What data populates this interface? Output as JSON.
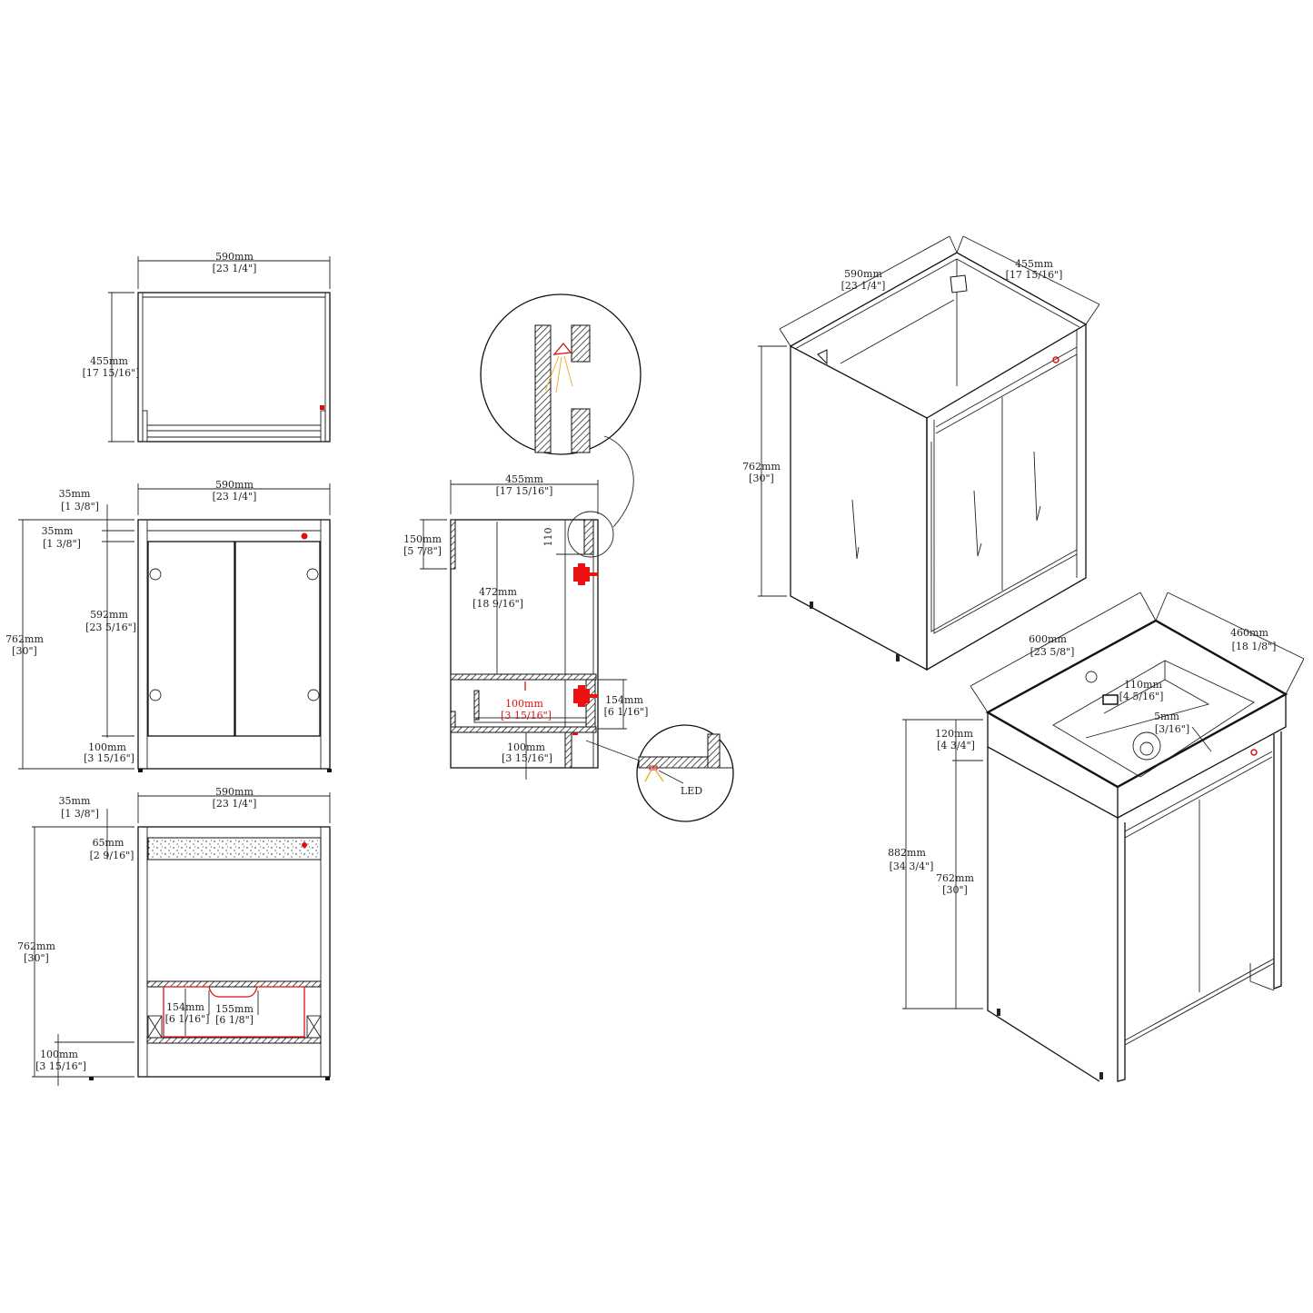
{
  "colors": {
    "line": "#111111",
    "accent": "#dd1111",
    "led": "#e8b040"
  },
  "plan_view": {
    "width_mm": "590mm",
    "width_in": "[23 1/4\"]",
    "depth_mm": "455mm",
    "depth_in": "[17 15/16\"]"
  },
  "front_view": {
    "width_mm": "590mm",
    "width_in": "[23 1/4\"]",
    "top_rail_mm": "35mm",
    "top_rail_in": "[1 3/8\"]",
    "second_rail_mm": "35mm",
    "second_rail_in": "[1 3/8\"]",
    "height_mm": "762mm",
    "height_in": "[30\"]",
    "door_mm": "592mm",
    "door_in": "[23 5/16\"]",
    "base_mm": "100mm",
    "base_in": "[3 15/16\"]"
  },
  "section_front": {
    "width_mm": "590mm",
    "width_in": "[23 1/4\"]",
    "top_mm": "35mm",
    "top_in": "[1 3/8\"]",
    "band_mm": "65mm",
    "band_in": "[2 9/16\"]",
    "height_mm": "762mm",
    "height_in": "[30\"]",
    "drawer_h_mm": "154mm",
    "drawer_h_in": "[6 1/16\"]",
    "cutout_mm": "155mm",
    "cutout_in": "[6 1/8\"]",
    "base_mm": "100mm",
    "base_in": "[3 15/16\"]"
  },
  "section_side": {
    "depth_mm": "455mm",
    "depth_in": "[17 15/16\"]",
    "back_rail_mm": "150mm",
    "back_rail_in": "[5 7/8\"]",
    "open_mm": "472mm",
    "open_in": "[18 9/16\"]",
    "rail_110": "110",
    "drawer_mm": "154mm",
    "drawer_in": "[6 1/16\"]",
    "inner_mm": "100mm",
    "inner_in": "[3 15/16\"]",
    "base_mm": "100mm",
    "base_in": "[3 15/16\"]",
    "led_label": "LED"
  },
  "iso_cabinet": {
    "width_mm": "590mm",
    "width_in": "[23 1/4\"]",
    "depth_mm": "455mm",
    "depth_in": "[17 15/16\"]",
    "height_mm": "762mm",
    "height_in": "[30\"]"
  },
  "iso_sink": {
    "width_mm": "600mm",
    "width_in": "[23 5/8\"]",
    "depth_mm": "460mm",
    "depth_in": "[18 1/8\"]",
    "top_mm": "120mm",
    "top_in": "[4 3/4\"]",
    "total_mm": "882mm",
    "total_in": "[34 3/4\"]",
    "cab_mm": "762mm",
    "cab_in": "[30\"]",
    "basin_mm": "110mm",
    "basin_in": "[4 5/16\"]",
    "slope_mm": "5mm",
    "slope_in": "[3/16\"]"
  }
}
